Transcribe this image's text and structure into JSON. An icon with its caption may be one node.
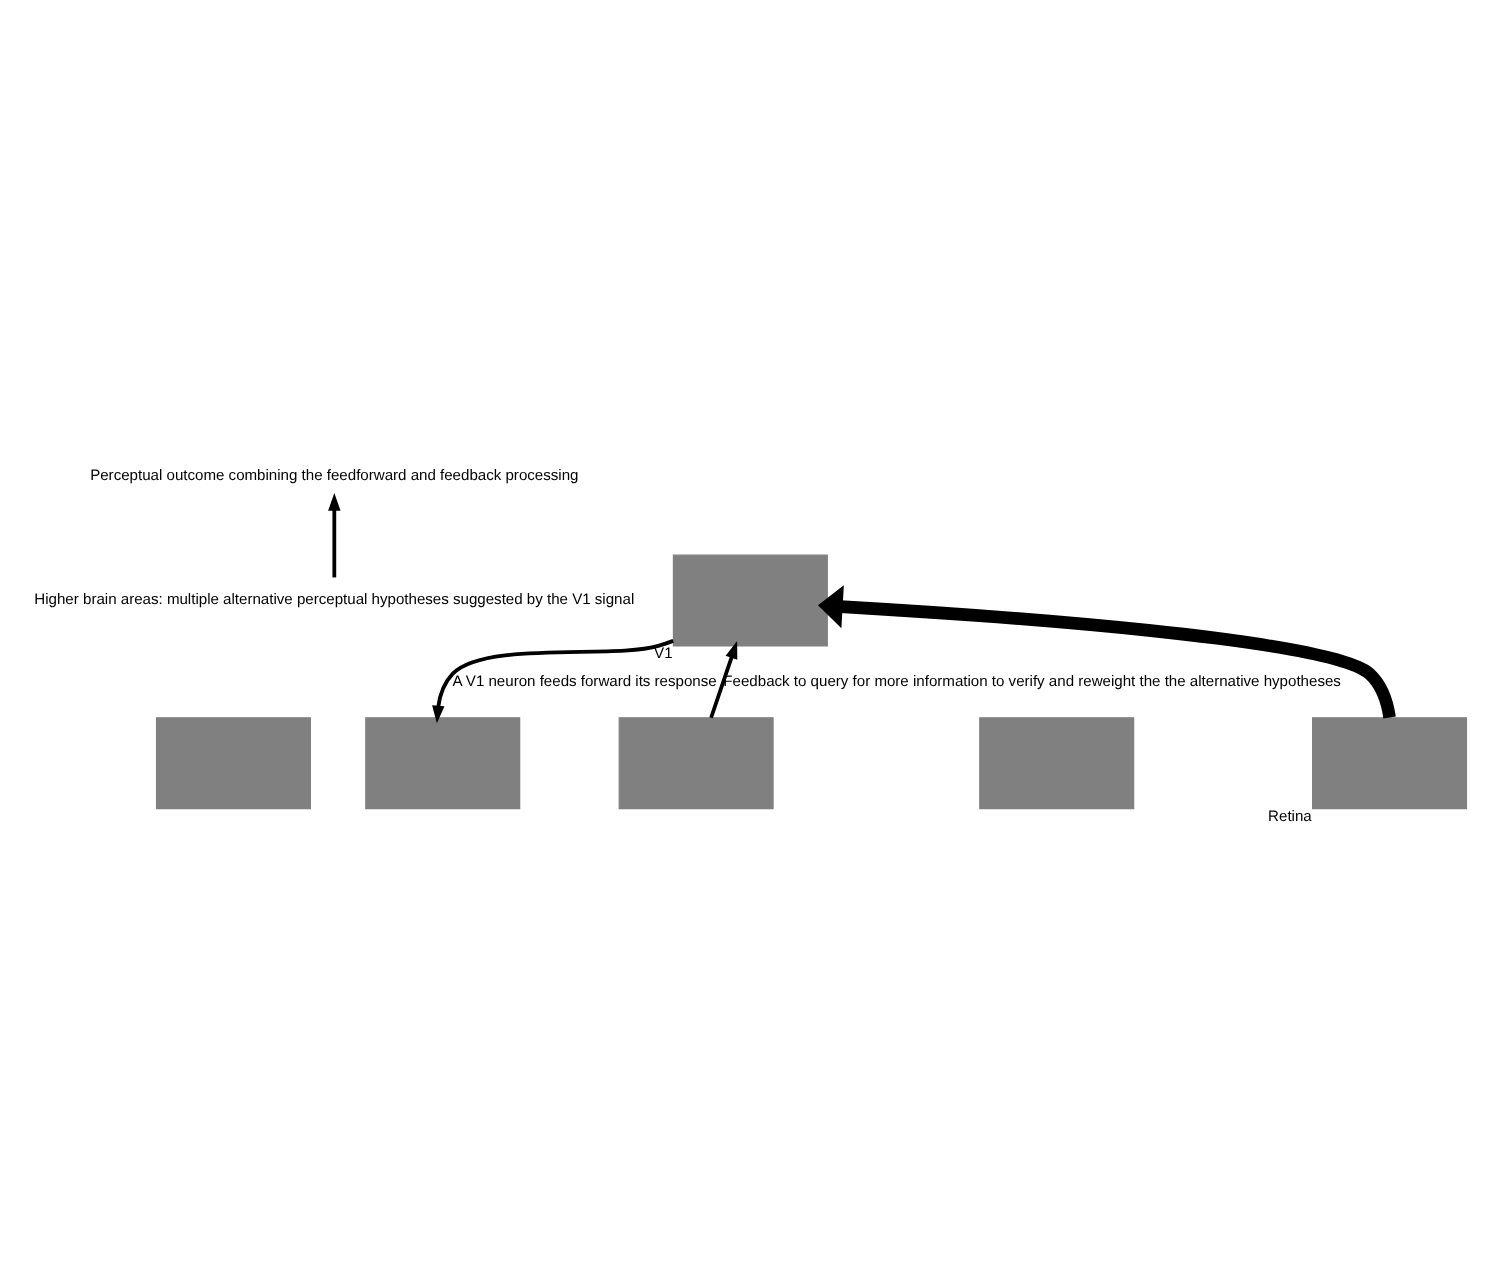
{
  "diagram": {
    "nodes": [
      {
        "text": [
          "Perceptual outcome combining the feedforward and feedback processing"
        ]
      },
      {
        "text": [
          "Higher brain areas: multiple alternative perceptual hypotheses suggested by the V1 signal"
        ]
      },
      {
        "text": [],
        "shape": "box"
      },
      {
        "text": [],
        "shape": "box"
      },
      {
        "text": [],
        "shape": "box"
      },
      {
        "text": [],
        "shape": "box"
      },
      {
        "text": [],
        "shape": "box",
        "beside": [
          "V1"
        ]
      },
      {
        "text": [],
        "shape": "box",
        "beside": [
          "Retina"
        ]
      }
    ],
    "edges": [
      {
        "from": 1,
        "to": 0,
        "arrow": "to"
      },
      {
        "from": 6,
        "to": 3,
        "arrow": "to",
        "label": "A V1 neuron feeds forward its response"
      },
      {
        "from": 4,
        "to": 6,
        "arrow": "to",
        "label": "Feedback to query for more information to verify and reweight the the alternative hypotheses"
      },
      {
        "from": 7,
        "to": 6,
        "arrow": "to",
        "style": "thick"
      }
    ]
  }
}
